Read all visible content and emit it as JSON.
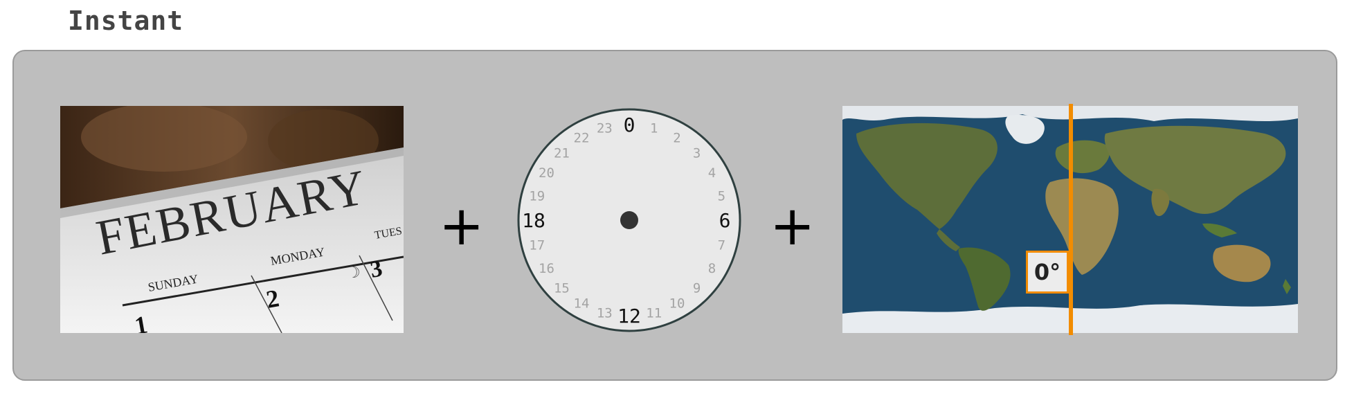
{
  "title": "Instant",
  "operators": [
    "+",
    "+"
  ],
  "calendar": {
    "month": "FEBRUARY",
    "days": [
      {
        "name": "SUNDAY",
        "number": "1"
      },
      {
        "name": "MONDAY",
        "number": "2"
      },
      {
        "name": "TUES",
        "number": "3"
      }
    ]
  },
  "clock": {
    "major_labels": [
      "0",
      "6",
      "12",
      "18"
    ],
    "minor_labels": [
      "1",
      "2",
      "3",
      "4",
      "5",
      "7",
      "8",
      "9",
      "10",
      "11",
      "13",
      "14",
      "15",
      "16",
      "17",
      "19",
      "20",
      "21",
      "22",
      "23"
    ]
  },
  "map": {
    "meridian_label": "0°",
    "meridian_color": "#f28c00"
  },
  "colors": {
    "panel": "#bebebe",
    "clock_face": "#e9e9e9",
    "clock_rim": "#2f4040",
    "ocean": "#1f4d6e"
  }
}
